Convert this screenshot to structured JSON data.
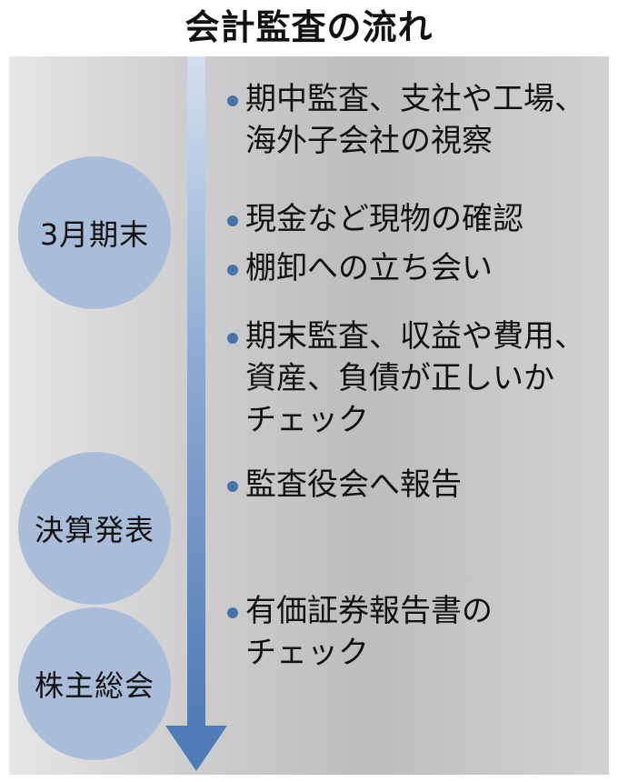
{
  "title": "会計監査の流れ",
  "stages": [
    {
      "label": "3月期末"
    },
    {
      "label": "決算発表"
    },
    {
      "label": "株主総会"
    }
  ],
  "items": [
    {
      "lines": [
        "期中監査、支社や工場、",
        "海外子会社の視察"
      ]
    },
    {
      "lines": [
        "現金など現物の確認"
      ]
    },
    {
      "lines": [
        "棚卸への立ち会い"
      ]
    },
    {
      "lines": [
        "期末監査、収益や費用、",
        "資産、負債が正しいか",
        "チェック"
      ]
    },
    {
      "lines": [
        "監査役会へ報告"
      ]
    },
    {
      "lines": [
        "有価証券報告書の",
        "チェック"
      ]
    }
  ],
  "colors": {
    "circle": "#a9bdd9",
    "arrow_dark": "#5b85bd",
    "bullet": "#4474a8"
  }
}
